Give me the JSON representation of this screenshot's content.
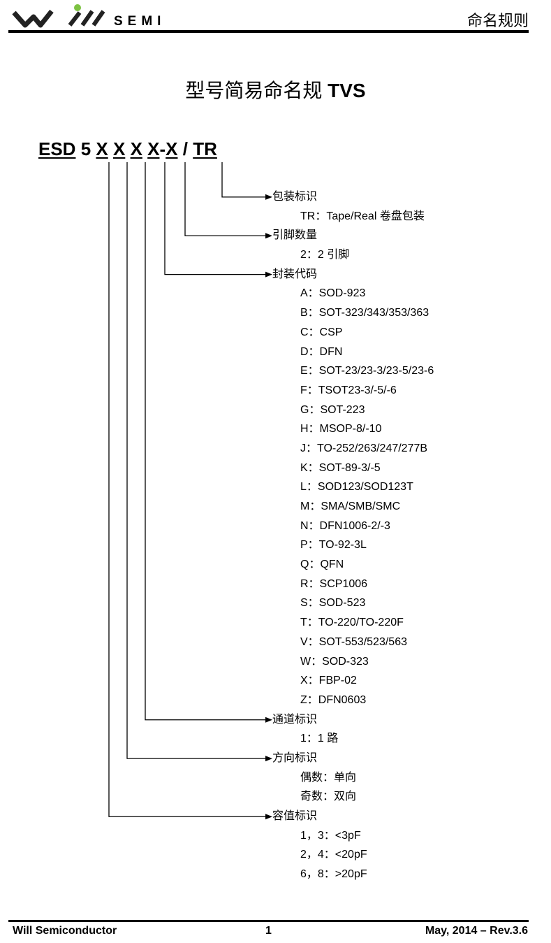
{
  "header": {
    "logo_text": "SEMI",
    "title": "命名规则"
  },
  "title": {
    "cn": "型号简易命名规 ",
    "en": "TVS"
  },
  "part_code": {
    "prefix": "ESD",
    "num": "5",
    "x1": "X",
    "x2": "X",
    "x3": "X",
    "x4": "X",
    "dash": "-",
    "x5": "X",
    "slash": "/",
    "suffix": "TR"
  },
  "sections": [
    {
      "heading": "包装标识",
      "items": [
        "TR：Tape/Real 卷盘包装"
      ]
    },
    {
      "heading": "引脚数量",
      "items": [
        "2：2 引脚"
      ]
    },
    {
      "heading": "封装代码",
      "items": [
        "A：SOD-923",
        "B：SOT-323/343/353/363",
        "C：CSP",
        "D：DFN",
        "E：SOT-23/23-3/23-5/23-6",
        "F：TSOT23-3/-5/-6",
        "G：SOT-223",
        "H：MSOP-8/-10",
        "J：TO-252/263/247/277B",
        "K：SOT-89-3/-5",
        "L：SOD123/SOD123T",
        "M：SMA/SMB/SMC",
        "N：DFN1006-2/-3",
        "P：TO-92-3L",
        "Q：QFN",
        "R：SCP1006",
        "S：SOD-523",
        "T：TO-220/TO-220F",
        "V：SOT-553/523/563",
        "W：SOD-323",
        "X：FBP-02",
        "Z：DFN0603"
      ]
    },
    {
      "heading": "通道标识",
      "items": [
        "1：1 路"
      ]
    },
    {
      "heading": "方向标识",
      "items": [
        "偶数：单向",
        "奇数：双向"
      ]
    },
    {
      "heading": "容值标识",
      "items": [
        "1，3：<3pF",
        "2，4：<20pF",
        "6，8：>20pF"
      ]
    }
  ],
  "footer": {
    "company": "Will Semiconductor",
    "page": "1",
    "date_rev": "May, 2014 – Rev.3.6"
  }
}
